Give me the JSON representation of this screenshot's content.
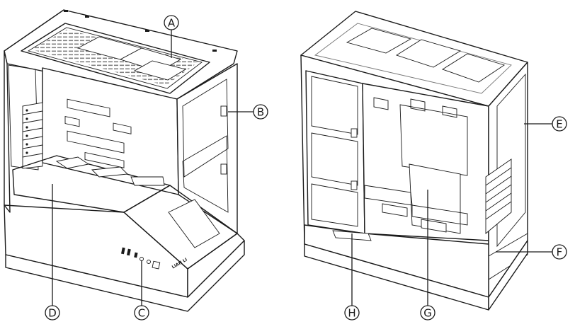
{
  "callouts": [
    {
      "id": "A",
      "label": "A"
    },
    {
      "id": "B",
      "label": "B"
    },
    {
      "id": "C",
      "label": "C"
    },
    {
      "id": "D",
      "label": "D"
    },
    {
      "id": "E",
      "label": "E"
    },
    {
      "id": "F",
      "label": "F"
    },
    {
      "id": "G",
      "label": "G"
    },
    {
      "id": "H",
      "label": "H"
    }
  ],
  "front_badge": "LIAN LI",
  "colors": {
    "line": "#1a1a1a",
    "background": "#ffffff"
  }
}
